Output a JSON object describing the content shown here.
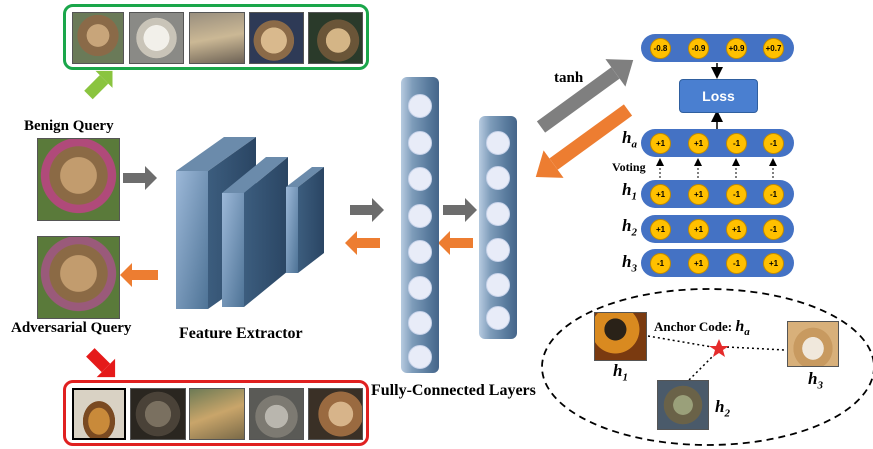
{
  "labels": {
    "benign_query": "Benign Query",
    "adversarial_query": "Adversarial Query",
    "feature_extractor": "Feature Extractor",
    "fc_layers": "Fully-Connected Layers",
    "tanh": "tanh",
    "loss": "Loss",
    "voting": "Voting",
    "anchor_code": "Anchor Code:"
  },
  "output_values": [
    "-0.8",
    "-0.9",
    "+0.9",
    "+0.7"
  ],
  "hash_codes": {
    "ha": {
      "name": "h",
      "sub": "a",
      "values": [
        "+1",
        "+1",
        "-1",
        "-1"
      ]
    },
    "h1": {
      "name": "h",
      "sub": "1",
      "values": [
        "+1",
        "+1",
        "-1",
        "-1"
      ]
    },
    "h2": {
      "name": "h",
      "sub": "2",
      "values": [
        "+1",
        "+1",
        "+1",
        "-1"
      ]
    },
    "h3": {
      "name": "h",
      "sub": "3",
      "values": [
        "-1",
        "+1",
        "-1",
        "+1"
      ]
    }
  },
  "anchor_space": {
    "anchor": {
      "name": "h",
      "sub": "a"
    },
    "points": [
      {
        "name": "h",
        "sub": "1"
      },
      {
        "name": "h",
        "sub": "2"
      },
      {
        "name": "h",
        "sub": "3"
      }
    ]
  },
  "colors": {
    "benign_border": "#1aa64a",
    "adversarial_border": "#e02020",
    "forward_arrow": "#6d6d6d",
    "backward_arrow": "#ed7d31",
    "pill_blue": "#4472c4",
    "code_yellow": "#ffc000"
  }
}
